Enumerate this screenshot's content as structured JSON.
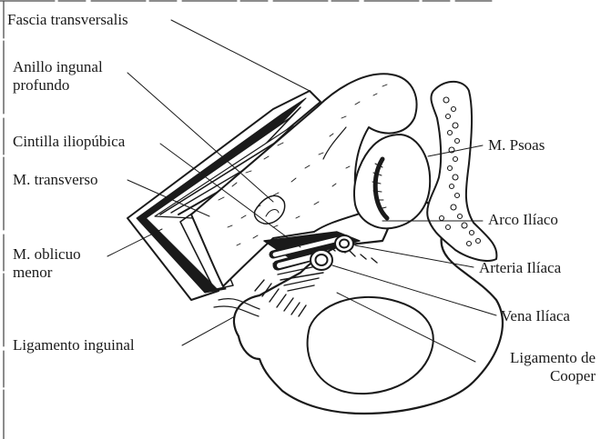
{
  "labels": {
    "fascia_transversalis": "Fascia transversalis",
    "anillo_ingunal_line1": "Anillo ingunal",
    "anillo_ingunal_line2": "profundo",
    "cintilla_iliopubica": "Cintilla iliopúbica",
    "m_transverso": "M. transverso",
    "m_oblicuo_line1": "M. oblicuo",
    "m_oblicuo_line2": "menor",
    "ligamento_inguinal": "Ligamento inguinal",
    "m_psoas": "M. Psoas",
    "arco_iliaco": "Arco Ilíaco",
    "arteria_iliaca": "Arteria Ilíaca",
    "vena_iliaca": "Vena Ilíaca",
    "ligamento_cooper_line1": "Ligamento de",
    "ligamento_cooper_line2": "Cooper"
  },
  "colors": {
    "ink": "#1a1a1a",
    "background": "#ffffff"
  }
}
